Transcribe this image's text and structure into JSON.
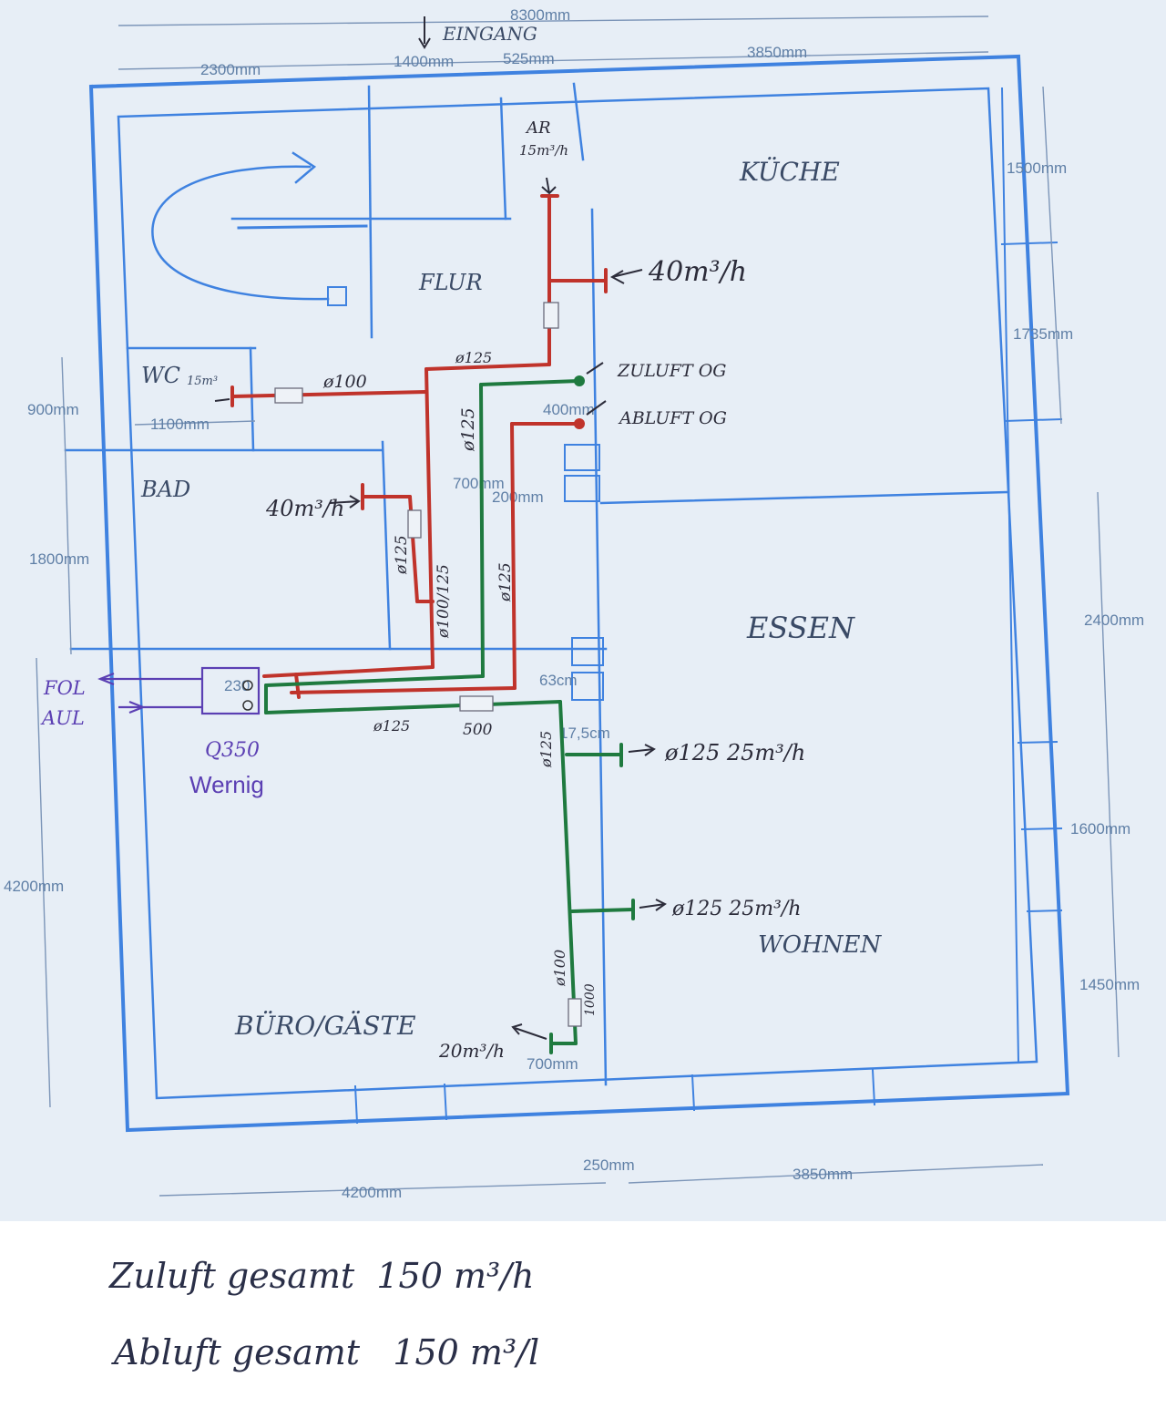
{
  "dimensions": {
    "total_top": "8300mm",
    "top_left": "2300mm",
    "top_mid1": "1400mm",
    "top_mid2": "525mm",
    "top_right": "3850mm",
    "right_1": "1500mm",
    "right_2": "1735mm",
    "right_3": "2400mm",
    "right_4": "1600mm",
    "right_5": "1450mm",
    "left_wc": "900mm",
    "wc_width": "1100mm",
    "left_bad": "1800mm",
    "left_total": "4200mm",
    "bottom_left": "4200mm",
    "bottom_mid": "250mm",
    "bottom_right": "3850mm",
    "inner_400": "400mm",
    "inner_700": "700mm",
    "inner_200": "200mm",
    "inner_63": "63cm",
    "inner_175": "17,5cm",
    "inner_230": "230",
    "inner_700b": "700mm"
  },
  "rooms": {
    "entrance": "EINGANG",
    "ar": "AR",
    "ar_flow": "15m³/h",
    "kitchen": "KÜCHE",
    "hall": "FLUR",
    "wc": "WC",
    "wc_flow": "15m³",
    "bath": "BAD",
    "dining": "ESSEN",
    "living": "WOHNEN",
    "office": "BÜRO/GÄSTE"
  },
  "ducts": {
    "flow_40_top": "40m³/h",
    "d125_a": "ø125",
    "d100": "ø100",
    "d125_b": "ø125",
    "supply_og": "ZULUFT OG",
    "exhaust_og": "ABLUFT OG",
    "flow_40_bath": "40m³/h",
    "d125_c": "ø125",
    "d100_125": "ø100/125",
    "d125_d": "ø125",
    "d125_e": "ø125",
    "len_500": "500",
    "d125_f": "ø125",
    "outlet_1": "ø125  25m³/h",
    "outlet_2": "ø125  25m³/h",
    "d100_b": "ø100",
    "len_1000": "1000",
    "flow_20": "20m³/h",
    "fol": "FOL",
    "aul": "AUL",
    "unit_model": "Q350",
    "unit_brand": "Wernig"
  },
  "notes": {
    "supply_total": "Zuluft gesamt  150 m³/h",
    "exhaust_total": "Abluft gesamt   150 m³/l"
  },
  "colors": {
    "wall": "#3f82e0",
    "exhaust": "#c0332b",
    "supply": "#1f7a3f",
    "unit": "#5b3fb3"
  }
}
